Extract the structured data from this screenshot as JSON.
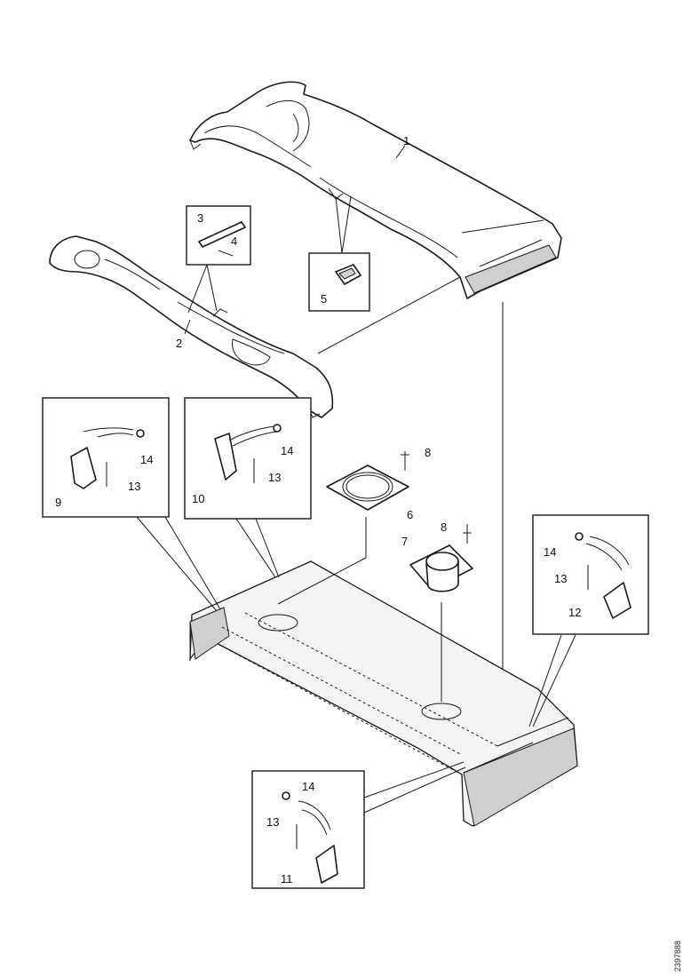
{
  "diagram": {
    "reference_code": "2397888",
    "callouts": {
      "c1": "1",
      "c2": "2",
      "c3": "3",
      "c4": "4",
      "c5": "5",
      "c6": "6",
      "c7": "7",
      "c8a": "8",
      "c8b": "8",
      "c9": "9",
      "c10": "10",
      "c11": "11",
      "c12": "12",
      "c13a": "13",
      "c13b": "13",
      "c13c": "13",
      "c13d": "13",
      "c14a": "14",
      "c14b": "14",
      "c14c": "14",
      "c14d": "14"
    }
  }
}
